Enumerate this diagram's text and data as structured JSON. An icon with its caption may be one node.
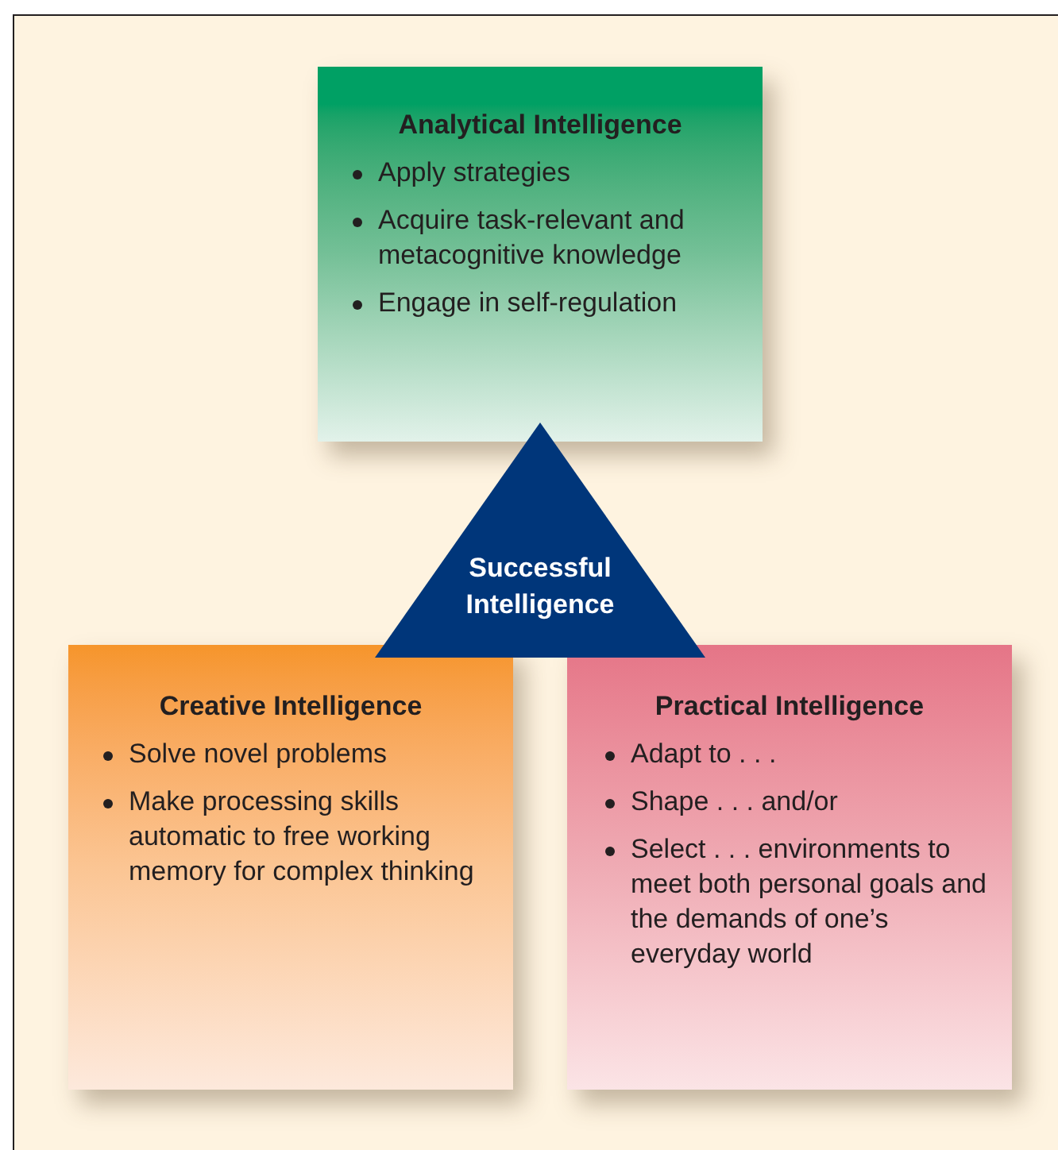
{
  "diagram": {
    "nodes": [
      {
        "text": [
          "Analytical Intelligence",
          "Apply strategies",
          "Acquire task-relevant and metacognitive knowledge",
          "Engage in self-regulation"
        ]
      },
      {
        "text": [
          "Successful Intelligence"
        ]
      },
      {
        "text": [
          "Creative Intelligence",
          "Solve novel problems",
          "Make processing skills automatic to free working memory for complex thinking"
        ]
      },
      {
        "text": [
          "Practical Intelligence",
          "Adapt to . . .",
          "Shape . . . and/or",
          "Select . . . environments to meet both personal goals and the demands of one’s everyday world"
        ]
      }
    ]
  }
}
